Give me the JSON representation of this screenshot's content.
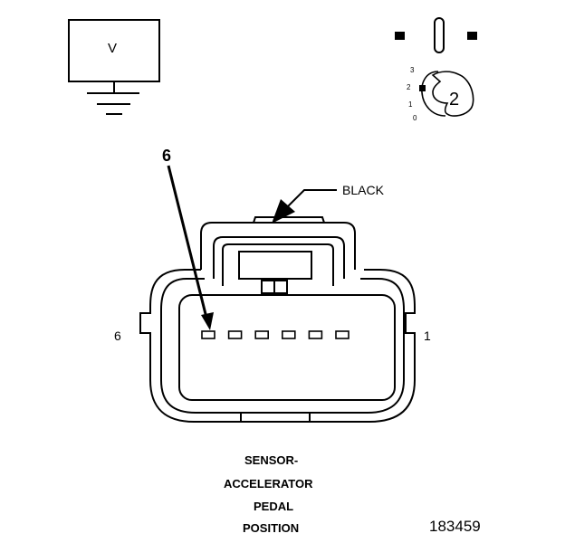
{
  "meter": {
    "label": "V"
  },
  "dial": {
    "ticks": [
      "3",
      "2",
      "1",
      "0"
    ],
    "position": "2"
  },
  "connector": {
    "color_label": "BLACK",
    "callout_pin": "6",
    "left_pin_label": "6",
    "right_pin_label": "1",
    "pin_count": 6
  },
  "caption": {
    "lines": [
      "SENSOR-",
      "ACCELERATOR",
      "PEDAL",
      "POSITION"
    ]
  },
  "figure_number": "183459"
}
